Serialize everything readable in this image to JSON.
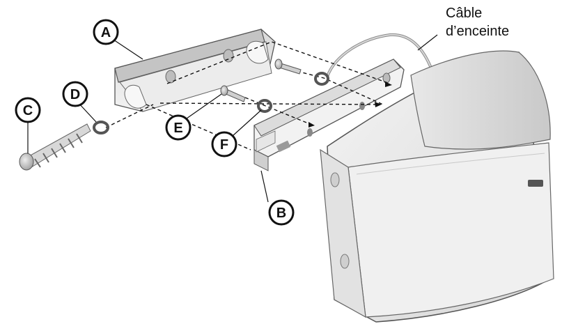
{
  "callouts": {
    "a": "A",
    "b": "B",
    "c": "C",
    "d": "D",
    "e": "E",
    "f": "F"
  },
  "cable_label": {
    "line1": "Câble",
    "line2": "d’enceinte"
  }
}
